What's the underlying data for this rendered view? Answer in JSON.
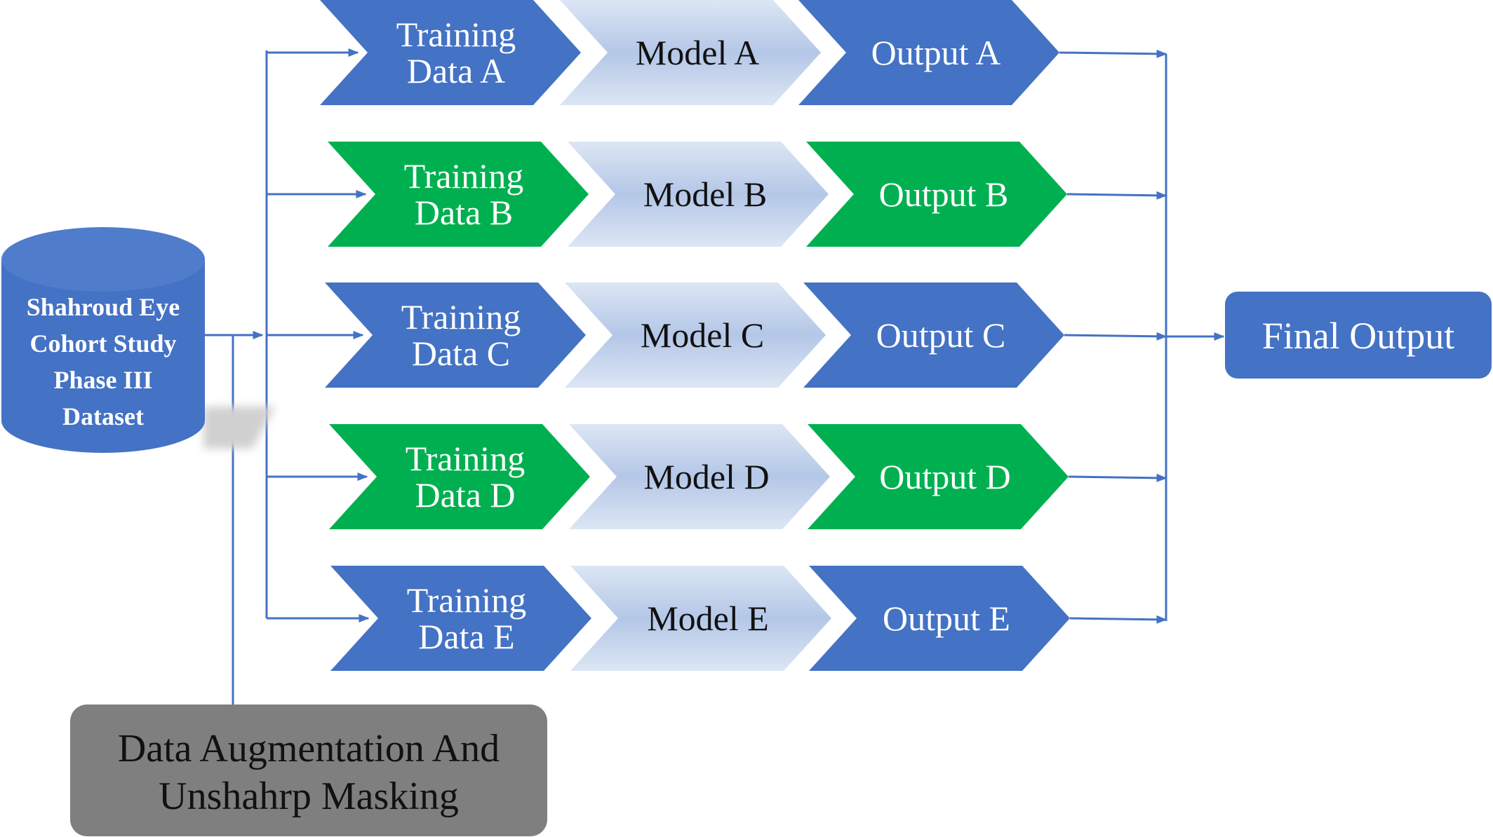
{
  "colors": {
    "blue": "#4472c4",
    "green": "#00b050",
    "model_light": "#dae3f3",
    "model_mid": "#b4c7e7",
    "augmentation_gray": "#7f7f7f",
    "connector": "#4472c4",
    "shadow": "#d0d0d0"
  },
  "dataset": {
    "lines": [
      "Shahroud Eye",
      "Cohort Study",
      "Phase III",
      "Dataset"
    ]
  },
  "augmentation": {
    "lines": [
      "Data  Augmentation And",
      "Unshahrp Masking"
    ]
  },
  "final_output": {
    "label": "Final Output"
  },
  "rows": [
    {
      "color": "blue",
      "training_lines": [
        "Training",
        "Data A"
      ],
      "model": "Model A",
      "output": "Output A"
    },
    {
      "color": "green",
      "training_lines": [
        "Training",
        "Data B"
      ],
      "model": "Model B",
      "output": "Output B"
    },
    {
      "color": "blue",
      "training_lines": [
        "Training",
        "Data C"
      ],
      "model": "Model C",
      "output": "Output C"
    },
    {
      "color": "green",
      "training_lines": [
        "Training",
        "Data D"
      ],
      "model": "Model D",
      "output": "Output D"
    },
    {
      "color": "blue",
      "training_lines": [
        "Training",
        "Data E"
      ],
      "model": "Model E",
      "output": "Output E"
    }
  ]
}
